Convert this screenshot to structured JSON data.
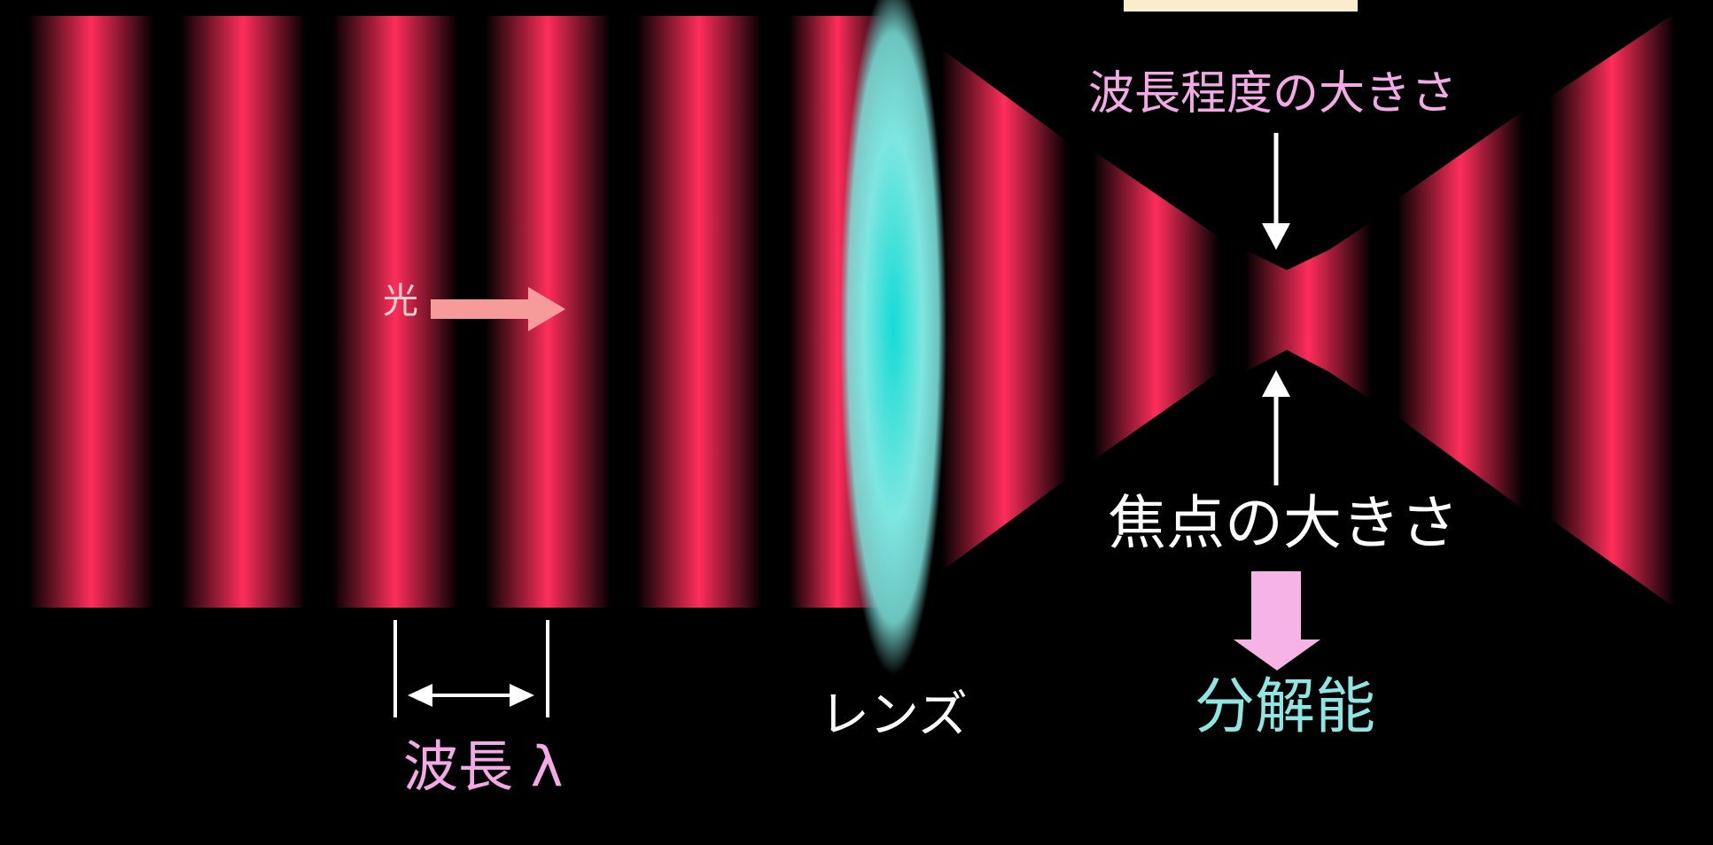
{
  "labels": {
    "light": "光",
    "wavelength_scale": "波長程度の大きさ",
    "focus_size": "焦点の大きさ",
    "resolution": "分解能",
    "lens": "レンズ",
    "wavelength": "波長 λ"
  },
  "colors": {
    "background": "#000000",
    "wave": "#ff2d5a",
    "lens": "#7fe6e0",
    "light_arrow": "#f79a9a",
    "result_arrow": "#f6b4e6",
    "pink_text": "#f3a9e6",
    "cyan_text": "#8ee6e3",
    "white": "#ffffff"
  },
  "icons": {
    "light_arrow": "right-arrow",
    "top_pointer": "down-arrow",
    "bottom_pointer": "up-arrow",
    "result_arrow": "thick-down-arrow",
    "wavelength_marker": "double-headed-arrow"
  }
}
